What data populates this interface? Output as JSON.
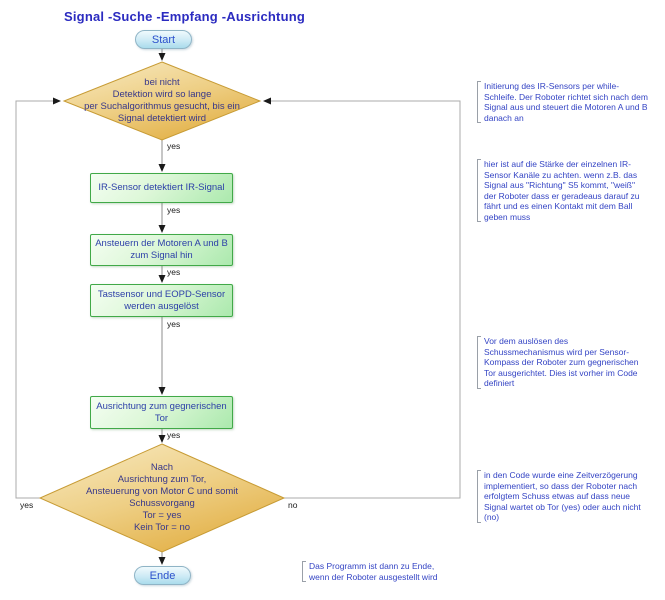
{
  "title": "Signal -Suche -Empfang -Ausrichtung",
  "nodes": {
    "start": {
      "label": "Start"
    },
    "search_decision": {
      "label": "bei nicht\nDetektion wird so lange\nper Suchalgorithmus gesucht, bis ein\nSignal detektiert wird"
    },
    "ir_detect": {
      "label": "IR-Sensor detektiert IR-Signal"
    },
    "drive_motors": {
      "label": "Ansteuern der Motoren A und B\nzum Signal hin"
    },
    "sensors_trigger": {
      "label": "Tastsensor und EOPD-Sensor\nwerden ausgelöst"
    },
    "align_goal": {
      "label": "Ausrichtung zum gegnerischen\nTor"
    },
    "shot_decision": {
      "label": "Nach\nAusrichtung zum Tor,\nAnsteuerung von Motor C und somit\nSchussvorgang\nTor = yes\nKein Tor = no"
    },
    "end": {
      "label": "Ende"
    }
  },
  "edge_labels": {
    "decision_to_ir": "yes",
    "ir_to_motors": "yes",
    "motors_to_sensors": "yes",
    "sensors_to_align": "yes",
    "align_to_shot": "yes",
    "shot_yes_loop": "yes",
    "shot_no_loop": "no"
  },
  "annotations": [
    {
      "text": "Initierung des IR-Sensors per while-\nSchleife. Der Roboter richtet sich nach dem\nSignal aus und steuert die Motoren A und B\ndanach an"
    },
    {
      "text": "hier ist auf die Stärke der einzelnen IR-\nSensor Kanäle zu achten. wenn z.B. das\nSignal aus \"Richtung\" S5 kommt, \"weiß\"\nder Roboter dass er geradeaus darauf zu\nfährt und es einen Kontakt mit dem Ball\ngeben muss"
    },
    {
      "text": "Vor dem auslösen des\nSchussmechanismus wird per Sensor-\nKompass der Roboter zum gegnerischen\nTor ausgerichtet. Dies ist vorher im Code\ndefiniert"
    },
    {
      "text": "in den Code wurde eine Zeitverzögerung\nimplementiert, so dass der Roboter nach\nerfolgtem Schuss etwas auf dass neue\nSignal wartet ob Tor (yes) oder auch nicht\n(no)"
    },
    {
      "text": "Das Programm ist dann zu Ende,\nwenn der Roboter ausgestellt wird"
    }
  ],
  "colors": {
    "title_text": "#2b2bc0",
    "node_text": "#2c3fa8",
    "decision_text": "#37378a",
    "annotation_text": "#3444c4",
    "process_border": "#41a948",
    "process_fill_top": "#f4fef2",
    "process_fill_bottom": "#abe9ad",
    "decision_border": "#c79b34",
    "decision_fill_light": "#f8ebc4",
    "decision_fill_dark": "#e3b148",
    "terminal_border": "#8fb4c6",
    "terminal_fill_top": "#f0fafd",
    "terminal_fill_bottom": "#aadcec",
    "connector_line": "#9a9a9a",
    "arrowhead": "#1a1a1a",
    "edge_label_text": "#1a1a1a"
  }
}
